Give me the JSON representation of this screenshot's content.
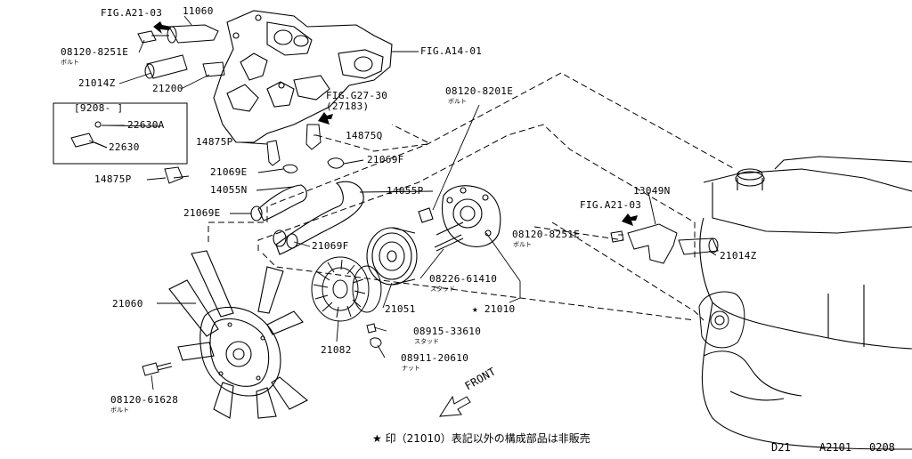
{
  "labels": {
    "fig_a21_03_top": "FIG.A21-03",
    "part_11060": "11060",
    "bolt_08120_8251e_top": "08120-8251E",
    "bolt_jp_top": "ボルト",
    "part_21014z_left": "21014Z",
    "part_21200": "21200",
    "fig_a14_01": "FIG.A14-01",
    "bracket_title": "[9208-   ]",
    "part_22630a": "22630A",
    "part_22630": "22630",
    "bolt_08120_8201e": "08120-8201E",
    "bolt_jp_mid": "ボルト",
    "fig_g27_30": "FIG.G27-30",
    "fig_g27_30_sub": "(27183)",
    "part_14875p_a": "14875P",
    "part_14875q": "14875Q",
    "part_21069f_a": "21069F",
    "part_14875p_b": "14875P",
    "part_21069e_a": "21069E",
    "part_14055n": "14055N",
    "part_14055p": "14055P",
    "part_21069e_b": "21069E",
    "part_21069f_b": "21069F",
    "part_13049n": "13049N",
    "fig_a21_03_right": "FIG.A21-03",
    "bolt_08120_8251e_right": "08120-8251E",
    "bolt_jp_right": "ボルト",
    "part_21014z_right": "21014Z",
    "stud_08226_61410": "08226-61410",
    "stud_jp_a": "スタッド",
    "part_21010": "★ 21010",
    "part_21060": "21060",
    "part_21051": "21051",
    "stud_08915_33610": "08915-33610",
    "stud_jp_b": "スタッド",
    "part_21082": "21082",
    "nut_08911_20610": "08911-20610",
    "nut_jp": "ナット",
    "bolt_08120_61628": "08120-61628",
    "bolt_jp_bottom": "ボルト",
    "front": "FRONT"
  },
  "footer": {
    "note": "★ 印（21010）表記以外の構成部品は非販売",
    "code_d21": "D21",
    "code_a2101": "A2101",
    "code_0208": "0208"
  }
}
